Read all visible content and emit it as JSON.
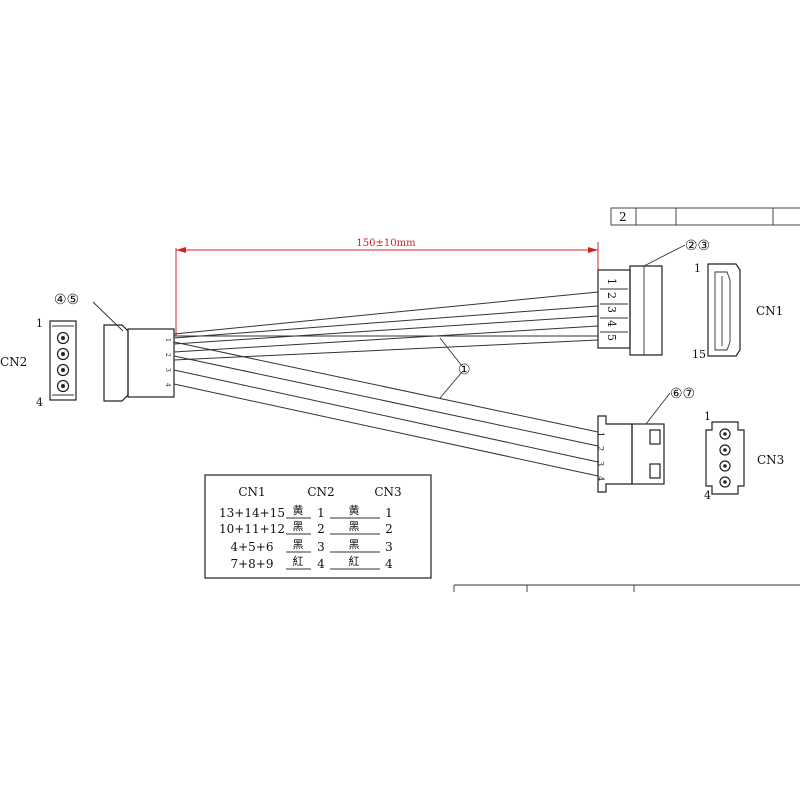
{
  "title_block": {
    "cell_1": "2"
  },
  "dimension": {
    "label": "150±10mm",
    "color": "#cc2222"
  },
  "balloons": {
    "wire": "①",
    "cn1_parts": "②③",
    "cn2_parts": "④⑤",
    "cn3_parts": "⑥⑦"
  },
  "cn2": {
    "name": "CN2",
    "pin_first": "1",
    "pin_last": "4",
    "cable_pins": [
      "1",
      "2",
      "3",
      "4"
    ]
  },
  "cn1": {
    "name": "CN1",
    "pin_first": "1",
    "pin_last": "15",
    "wire_pins": [
      "1",
      "2",
      "3",
      "4",
      "5"
    ]
  },
  "cn3": {
    "name": "CN3",
    "pin_first": "1",
    "pin_last": "4",
    "cable_pins": [
      "1",
      "2",
      "3",
      "4"
    ]
  },
  "wiring_table": {
    "headers": [
      "CN1",
      "CN2",
      "CN3"
    ],
    "rows": [
      {
        "cn1": "13+14+15",
        "color_a": "黄",
        "cn2": "1",
        "color_b": "黄",
        "cn3": "1"
      },
      {
        "cn1": "10+11+12",
        "color_a": "黑",
        "cn2": "2",
        "color_b": "黑",
        "cn3": "2"
      },
      {
        "cn1": "4+5+6",
        "color_a": "黑",
        "cn2": "3",
        "color_b": "黑",
        "cn3": "3"
      },
      {
        "cn1": "7+8+9",
        "color_a": "紅",
        "cn2": "4",
        "color_b": "紅",
        "cn3": "4"
      }
    ]
  }
}
